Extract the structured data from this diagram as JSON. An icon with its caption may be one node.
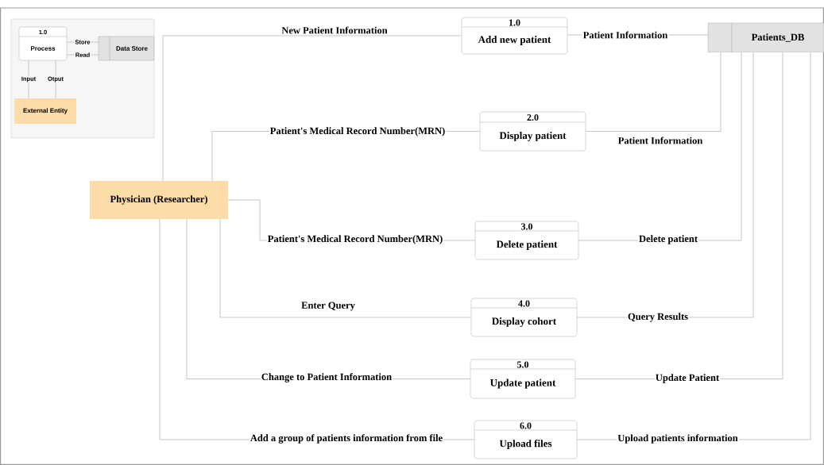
{
  "diagram": {
    "nodes": [
      {
        "text": [],
        "shape": "box"
      },
      {
        "text": [
          "1.0",
          "Process"
        ],
        "in": 0
      },
      {
        "text": [
          "Data Store"
        ],
        "in": 0
      },
      {
        "text": [
          "External Entity"
        ],
        "in": 0
      },
      {
        "text": [
          "Physician (Researcher)"
        ]
      },
      {
        "text": [
          "1.0",
          "Add new patient"
        ]
      },
      {
        "text": [
          "Patients_DB"
        ]
      },
      {
        "text": [
          "2.0",
          "Display patient"
        ]
      },
      {
        "text": [
          "3.0",
          "Delete patient"
        ]
      },
      {
        "text": [
          "4.0",
          "Display cohort"
        ]
      },
      {
        "text": [
          "5.0",
          "Update patient"
        ]
      },
      {
        "text": [
          "6.0",
          "Upload files"
        ]
      }
    ],
    "edges": [
      {
        "from": 1,
        "to": 2,
        "arrow": "none",
        "label": "Store"
      },
      {
        "from": 2,
        "to": 1,
        "arrow": "none",
        "label": "Read"
      },
      {
        "from": 3,
        "to": 1,
        "arrow": "none",
        "label": "Input"
      },
      {
        "from": 1,
        "to": 3,
        "arrow": "none",
        "label": "Otput"
      },
      {
        "from": 4,
        "to": 5,
        "arrow": "none",
        "label": "New Patient Information"
      },
      {
        "from": 5,
        "to": 6,
        "arrow": "none",
        "label": "Patient Information"
      },
      {
        "from": 4,
        "to": 7,
        "arrow": "none",
        "label": "Patient's Medical Record Number(MRN)"
      },
      {
        "from": 7,
        "to": 6,
        "arrow": "none",
        "label": "Patient Information"
      },
      {
        "from": 4,
        "to": 8,
        "arrow": "none",
        "label": "Patient's Medical Record Number(MRN)"
      },
      {
        "from": 8,
        "to": 6,
        "arrow": "none",
        "label": "Delete patient"
      },
      {
        "from": 4,
        "to": 9,
        "arrow": "none",
        "label": "Enter Query"
      },
      {
        "from": 9,
        "to": 6,
        "arrow": "none",
        "label": "Query Results"
      },
      {
        "from": 4,
        "to": 10,
        "arrow": "none",
        "label": "Change to Patient Information"
      },
      {
        "from": 10,
        "to": 6,
        "arrow": "none",
        "label": "Update Patient"
      },
      {
        "from": 4,
        "to": 11,
        "arrow": "none",
        "label": "Add a group of patients information from file"
      },
      {
        "from": 11,
        "to": 6,
        "arrow": "none",
        "label": "Upload patients information"
      }
    ]
  }
}
